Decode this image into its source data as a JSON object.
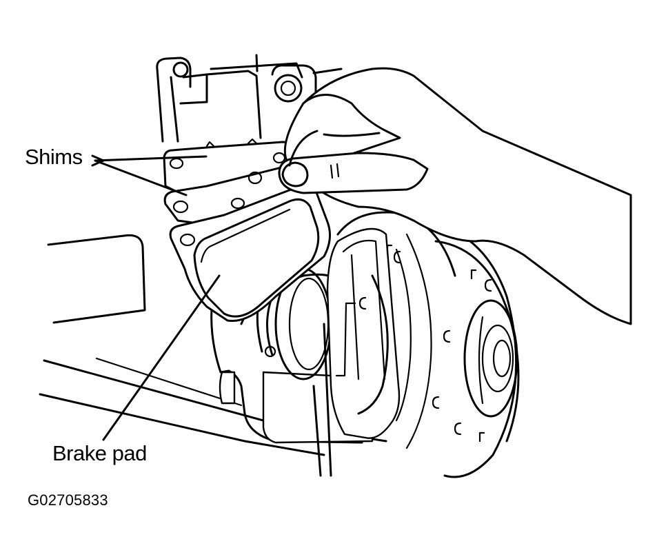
{
  "figure": {
    "labels": {
      "shims": "Shims",
      "brake_pad": "Brake pad"
    },
    "figure_code": "G02705833"
  },
  "colors": {
    "line": "#000000",
    "background": "#ffffff"
  }
}
